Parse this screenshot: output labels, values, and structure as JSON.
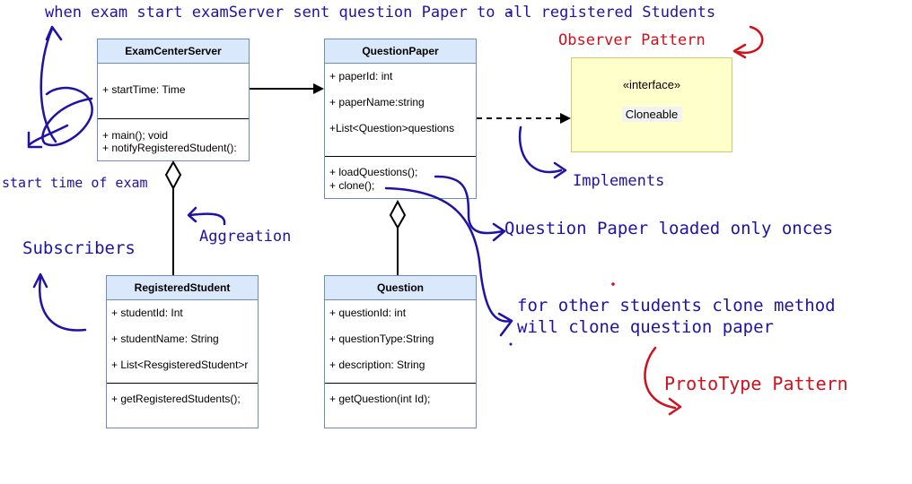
{
  "annotations": {
    "top_note": "when exam start examServer sent question Paper to all registered Students",
    "observer": "Observer Pattern",
    "start_time": "start time of exam",
    "aggreation": "Aggreation",
    "subscribers": "Subscribers",
    "implements": "Implements",
    "loaded_once": "Question Paper loaded only onces",
    "clone_note_1": "for other students clone method",
    "clone_note_2": "will clone question paper",
    "prototype": "ProtoType Pattern"
  },
  "classes": {
    "exam_center_server": {
      "name": "ExamCenterServer",
      "attributes": [
        "+ startTime: Time"
      ],
      "methods": [
        "+ main(); void",
        "+ notifyRegisteredStudent():"
      ]
    },
    "question_paper": {
      "name": "QuestionPaper",
      "attributes": [
        "+ paperId: int",
        "+ paperName:string",
        "+List<Question>questions"
      ],
      "methods": [
        "+ loadQuestions();",
        "+ clone();"
      ]
    },
    "registered_student": {
      "name": "RegisteredStudent",
      "attributes": [
        "+ studentId: Int",
        "+ studentName: String",
        "+ List<ResgisteredStudent>r"
      ],
      "methods": [
        "+ getRegisteredStudents();"
      ]
    },
    "question": {
      "name": "Question",
      "attributes": [
        "+ questionId: int",
        "+ questionType:String",
        "+ description: String"
      ],
      "methods": [
        "+ getQuestion(int Id);"
      ]
    }
  },
  "interface": {
    "stereotype": "«interface»",
    "name": "Cloneable"
  },
  "colors": {
    "class_header": "#dae8fc",
    "class_border": "#6c8ebf",
    "interface_fill": "#ffffcc",
    "ink_blue": "#1f13a6",
    "ink_red": "#d0101a"
  }
}
